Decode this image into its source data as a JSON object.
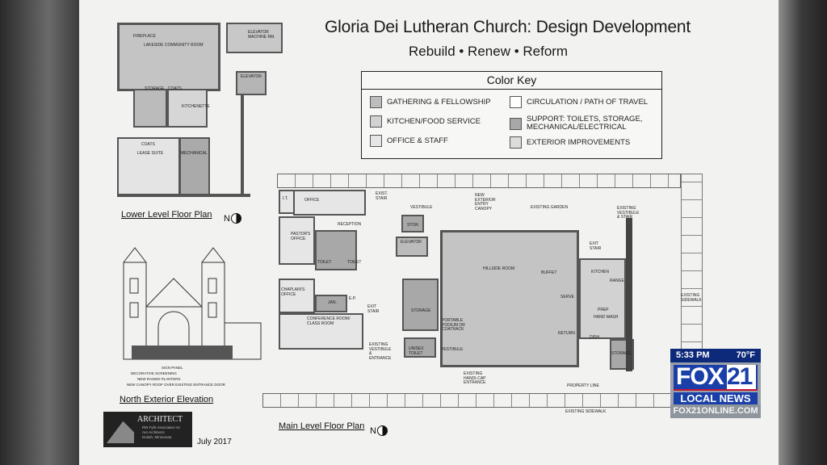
{
  "header": {
    "title": "Gloria Dei Lutheran Church:  Design Development",
    "subtitle": "Rebuild • Renew • Reform"
  },
  "color_key": {
    "title": "Color Key",
    "items": [
      {
        "label": "GATHERING & FELLOWSHIP",
        "color": "#bdbdbd"
      },
      {
        "label": "KITCHEN/FOOD SERVICE",
        "color": "#d2d2d2"
      },
      {
        "label": "OFFICE & STAFF",
        "color": "#e6e6e6"
      },
      {
        "label": "CIRCULATION / PATH OF TRAVEL",
        "color": "#ffffff"
      },
      {
        "label": "SUPPORT: TOILETS, STORAGE, MECHANICAL/ELECTRICAL",
        "color": "#a8a8a8"
      },
      {
        "label": "EXTERIOR IMPROVEMENTS",
        "color": "#dcdcdc"
      }
    ]
  },
  "lower_plan": {
    "label": "Lower Level Floor Plan",
    "north": "N",
    "rooms": [
      "Fireplace",
      "Lakeside Community Room",
      "Elevator Machine Rm.",
      "Elevator",
      "Storage",
      "Coats",
      "Kitchenette",
      "Coats",
      "Lease Suite",
      "Mechanical"
    ]
  },
  "elevation": {
    "label": "North Exterior Elevation",
    "notes": [
      "Sign Panel",
      "Decorative Screening",
      "New Raised Planters",
      "New Canopy Roof over Existing Entrance Door"
    ]
  },
  "architect": {
    "logo_text": "ARCHITECT",
    "firm_lines": [
      "RW Fyfe Associates Inc",
      "AIA Architects",
      "Duluth, Minnesota"
    ],
    "date": "July 2017"
  },
  "main_plan": {
    "label": "Main Level Floor Plan",
    "north": "N",
    "rooms": [
      "I.T.",
      "Office",
      "Reception",
      "Pastor's Office",
      "Toilet",
      "Toilet",
      "Chaplain's Office",
      "Jan.",
      "E.P.",
      "Conference Room/ Class Room",
      "Exit Stair",
      "Existing Vestibule & Entrance",
      "Vestibule",
      "Exist. Stair",
      "Stor.",
      "Elevator",
      "Storage",
      "Portable Podium or Coatrack",
      "Unisex Toilet",
      "Vestibule",
      "New Exterior Entry Canopy",
      "Existing Garden",
      "Existing Vestibule & Stair",
      "Exit Stair",
      "Hillside Room",
      "Buffet",
      "Serve",
      "Return",
      "Kitchen",
      "Range",
      "Prep",
      "Hand Wash",
      "Dish",
      "Storage",
      "Existing Handi-cap Entrance",
      "Property Line",
      "Existing Sidewalk",
      "Existing Sidewalk"
    ]
  },
  "news_overlay": {
    "time": "5:33 PM",
    "temp": "70°F",
    "brand": "FOX",
    "channel": "21",
    "program": "LOCAL NEWS",
    "website": "FOX21ONLINE.COM",
    "colors": {
      "bar": "#0d2a7a",
      "brand_bg": "#1a3fa8",
      "accent": "#c8102e"
    }
  }
}
